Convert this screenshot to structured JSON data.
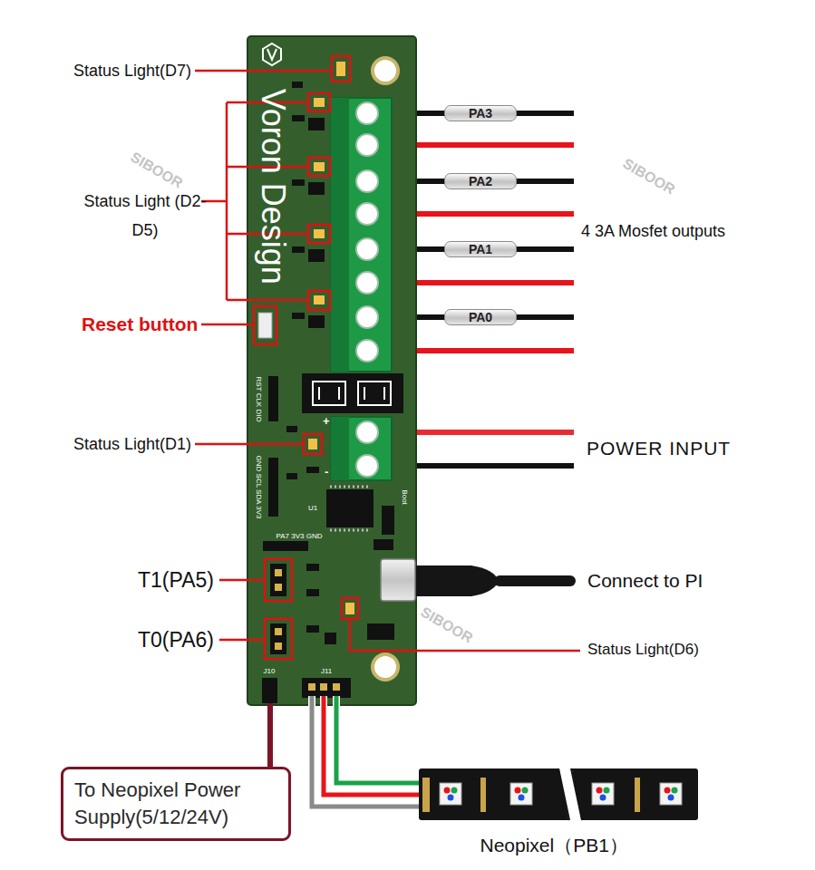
{
  "diagram": {
    "nodes": [
      {
        "text": [
          "PA3"
        ]
      },
      {
        "text": [
          "PA2"
        ]
      },
      {
        "text": [
          "PA1"
        ]
      },
      {
        "text": [
          "PA0"
        ]
      },
      {
        "text": [
          "To Neopixel Power Supply(5/12/24V)"
        ]
      }
    ],
    "labels": [
      "Status Light(D7)",
      "Status Light (D2-D5)",
      "Reset button",
      "Status Light(D1)",
      "T1(PA5)",
      "T0(PA6)",
      "4 3A Mosfet outputs",
      "POWER INPUT",
      "Connect to PI",
      "Status Light(D6)",
      "Neopixel（PB1）",
      "Voron Design",
      "SIBOOR",
      "SIBOOR",
      "SIBOOR",
      "RST CLK DIO",
      "GND SCL SDA 3V3",
      "PA7 3V3 GND",
      "Boot",
      "J10",
      "J11",
      "U1",
      "+",
      "-"
    ]
  }
}
